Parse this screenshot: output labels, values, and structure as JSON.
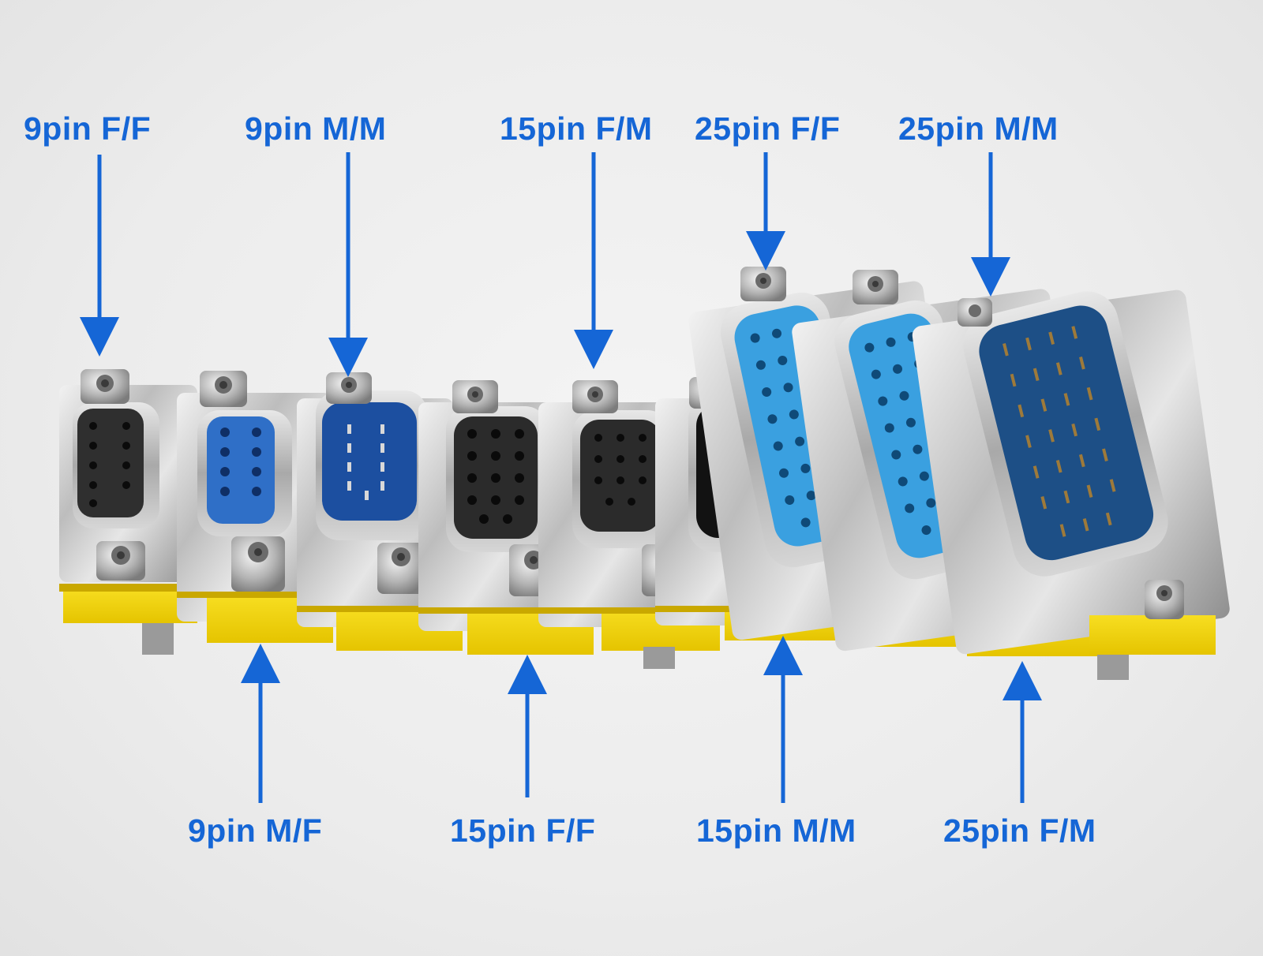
{
  "label_color": "#1566d6",
  "labels_top": [
    {
      "name": "label-9pin-ff",
      "text": "9pin F/F"
    },
    {
      "name": "label-9pin-mm",
      "text": "9pin M/M"
    },
    {
      "name": "label-15pin-fm",
      "text": "15pin F/M"
    },
    {
      "name": "label-25pin-ff",
      "text": "25pin F/F"
    },
    {
      "name": "label-25pin-mm",
      "text": "25pin M/M"
    }
  ],
  "labels_bottom": [
    {
      "name": "label-9pin-mf",
      "text": "9pin M/F"
    },
    {
      "name": "label-15pin-ff",
      "text": "15pin F/F"
    },
    {
      "name": "label-15pin-mm",
      "text": "15pin M/M"
    },
    {
      "name": "label-25pin-fm",
      "text": "25pin F/M"
    }
  ]
}
